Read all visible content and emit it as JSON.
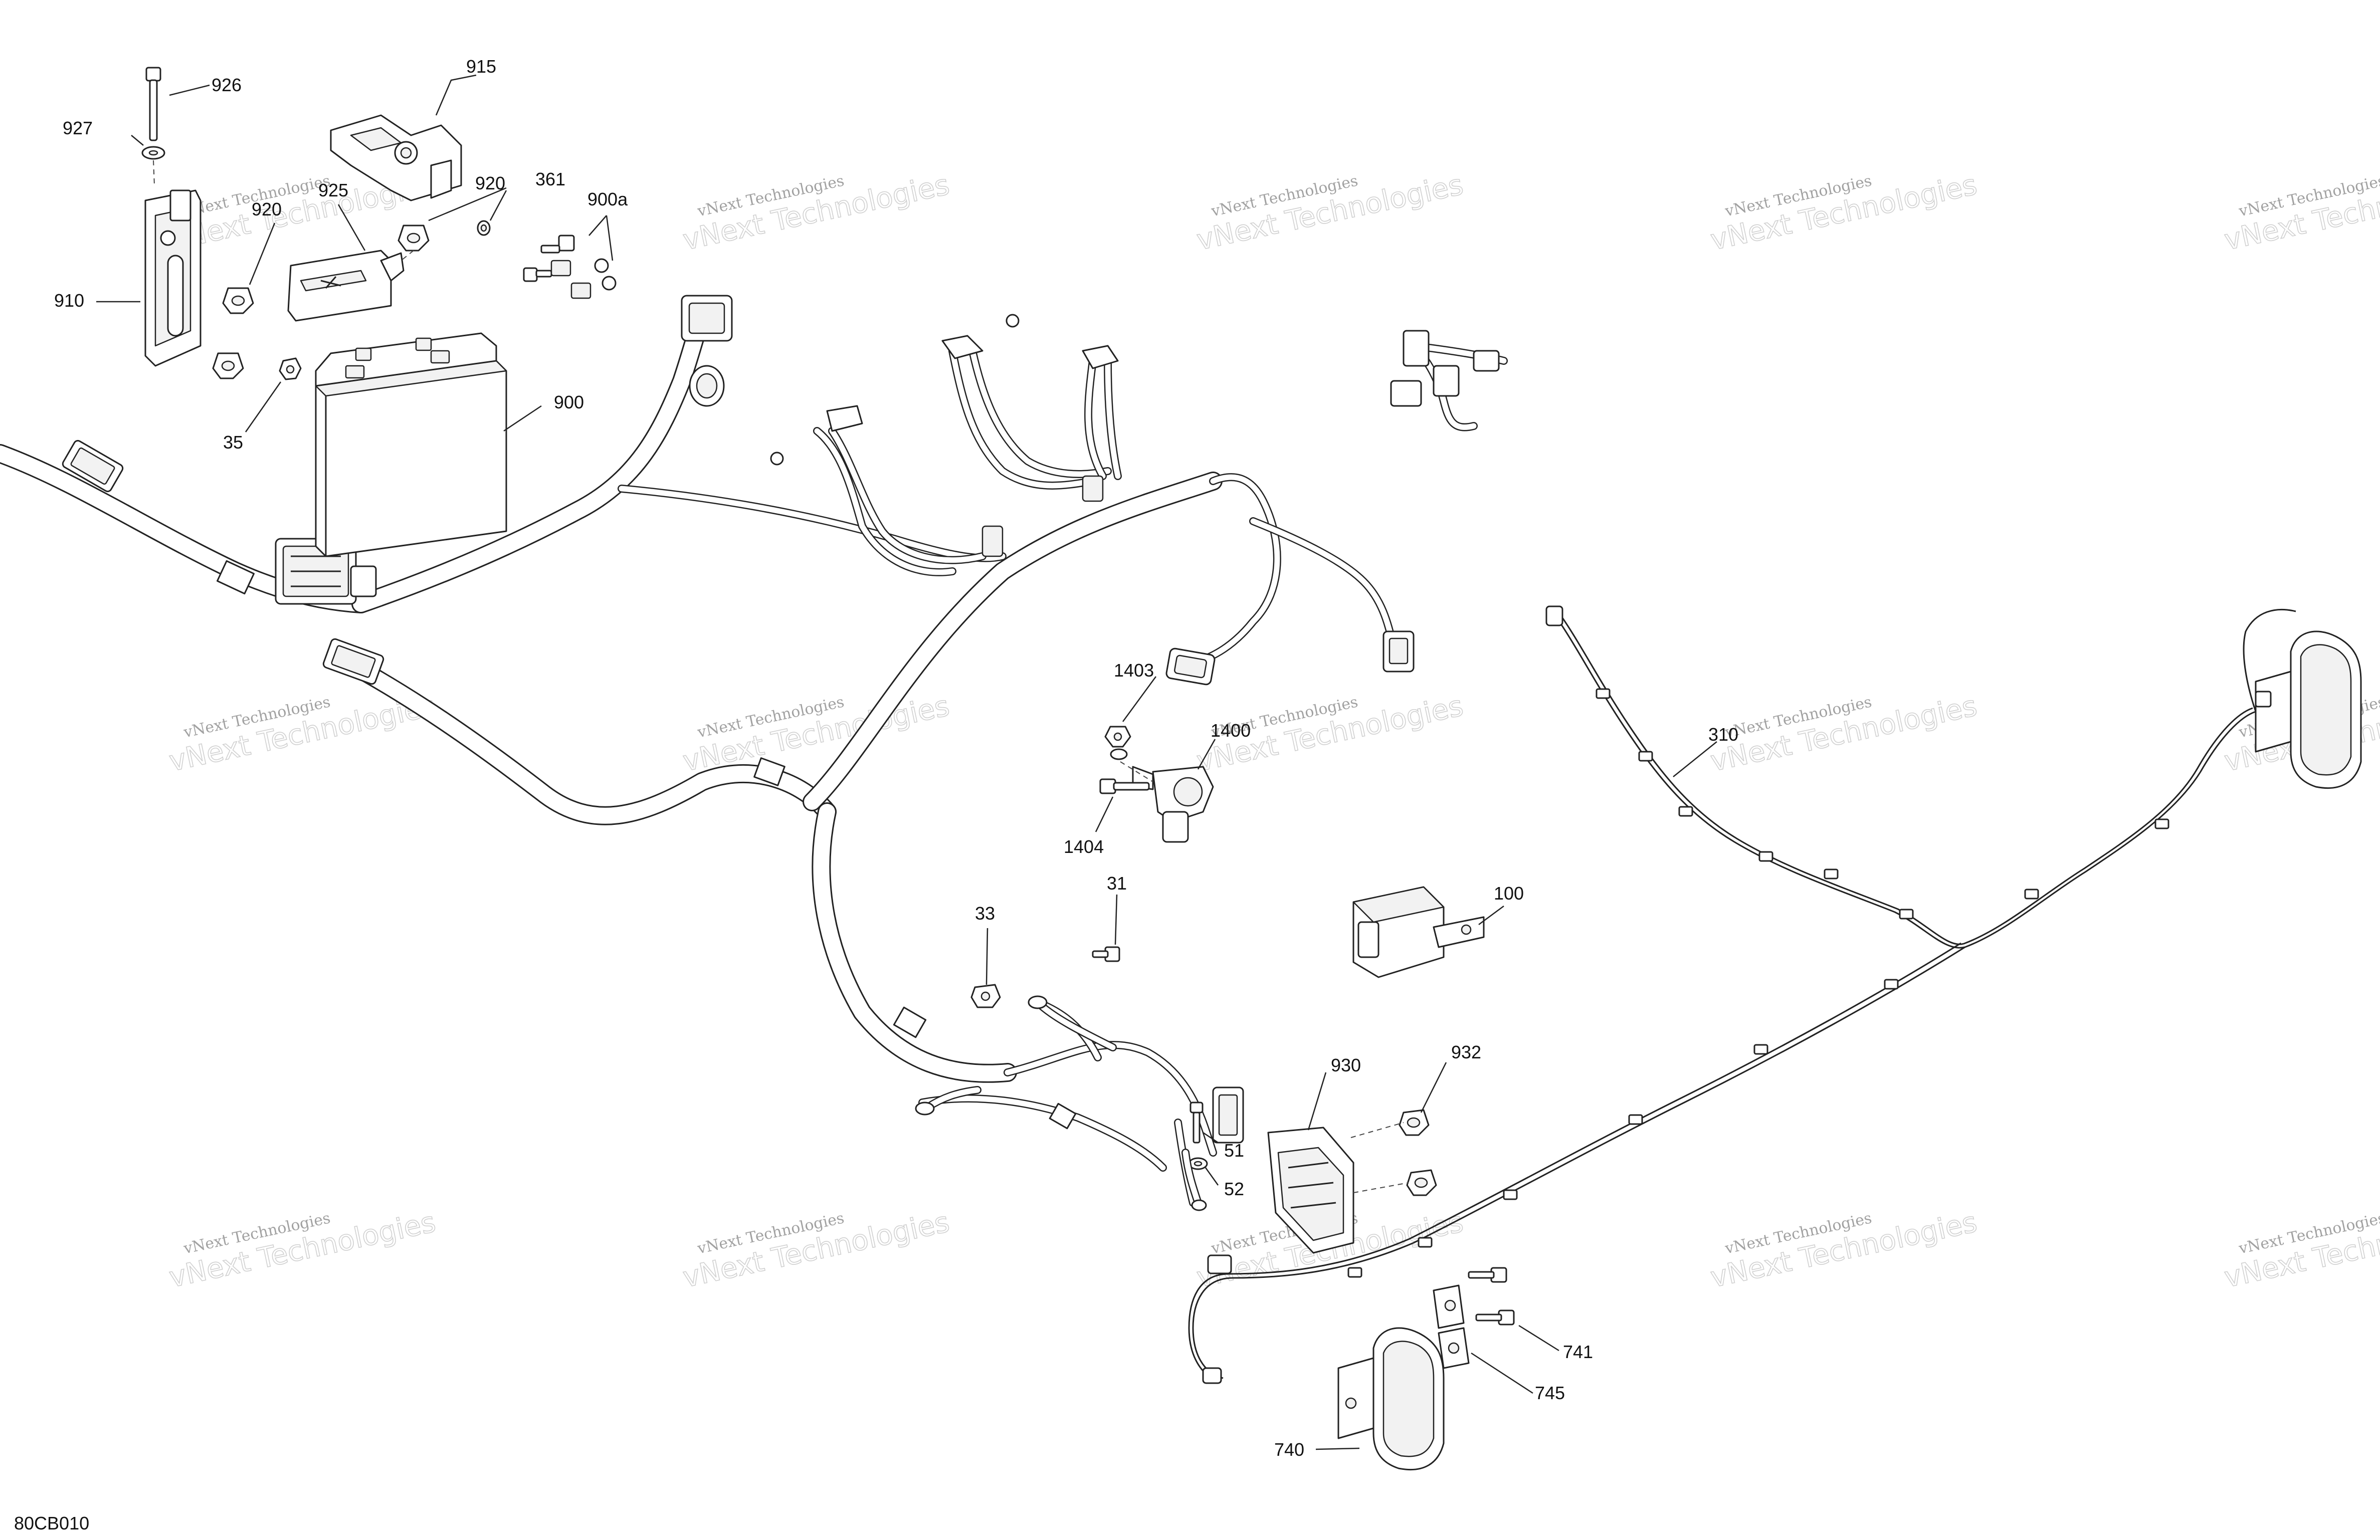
{
  "diagram_code": "80CB010",
  "watermark": {
    "line1": "vNext Technologies",
    "line2": "vNext Technologies"
  },
  "callouts": [
    {
      "id": "926",
      "text": "926"
    },
    {
      "id": "927",
      "text": "927"
    },
    {
      "id": "915",
      "text": "915"
    },
    {
      "id": "920a",
      "text": "920"
    },
    {
      "id": "920b",
      "text": "920"
    },
    {
      "id": "925",
      "text": "925"
    },
    {
      "id": "361",
      "text": "361"
    },
    {
      "id": "900a",
      "text": "900a"
    },
    {
      "id": "910",
      "text": "910"
    },
    {
      "id": "900",
      "text": "900"
    },
    {
      "id": "35",
      "text": "35"
    },
    {
      "id": "1403",
      "text": "1403"
    },
    {
      "id": "1400",
      "text": "1400"
    },
    {
      "id": "1404",
      "text": "1404"
    },
    {
      "id": "310",
      "text": "310"
    },
    {
      "id": "33",
      "text": "33"
    },
    {
      "id": "31",
      "text": "31"
    },
    {
      "id": "100",
      "text": "100"
    },
    {
      "id": "930",
      "text": "930"
    },
    {
      "id": "932",
      "text": "932"
    },
    {
      "id": "51",
      "text": "51"
    },
    {
      "id": "52",
      "text": "52"
    },
    {
      "id": "741",
      "text": "741"
    },
    {
      "id": "745",
      "text": "745"
    },
    {
      "id": "740",
      "text": "740"
    }
  ]
}
